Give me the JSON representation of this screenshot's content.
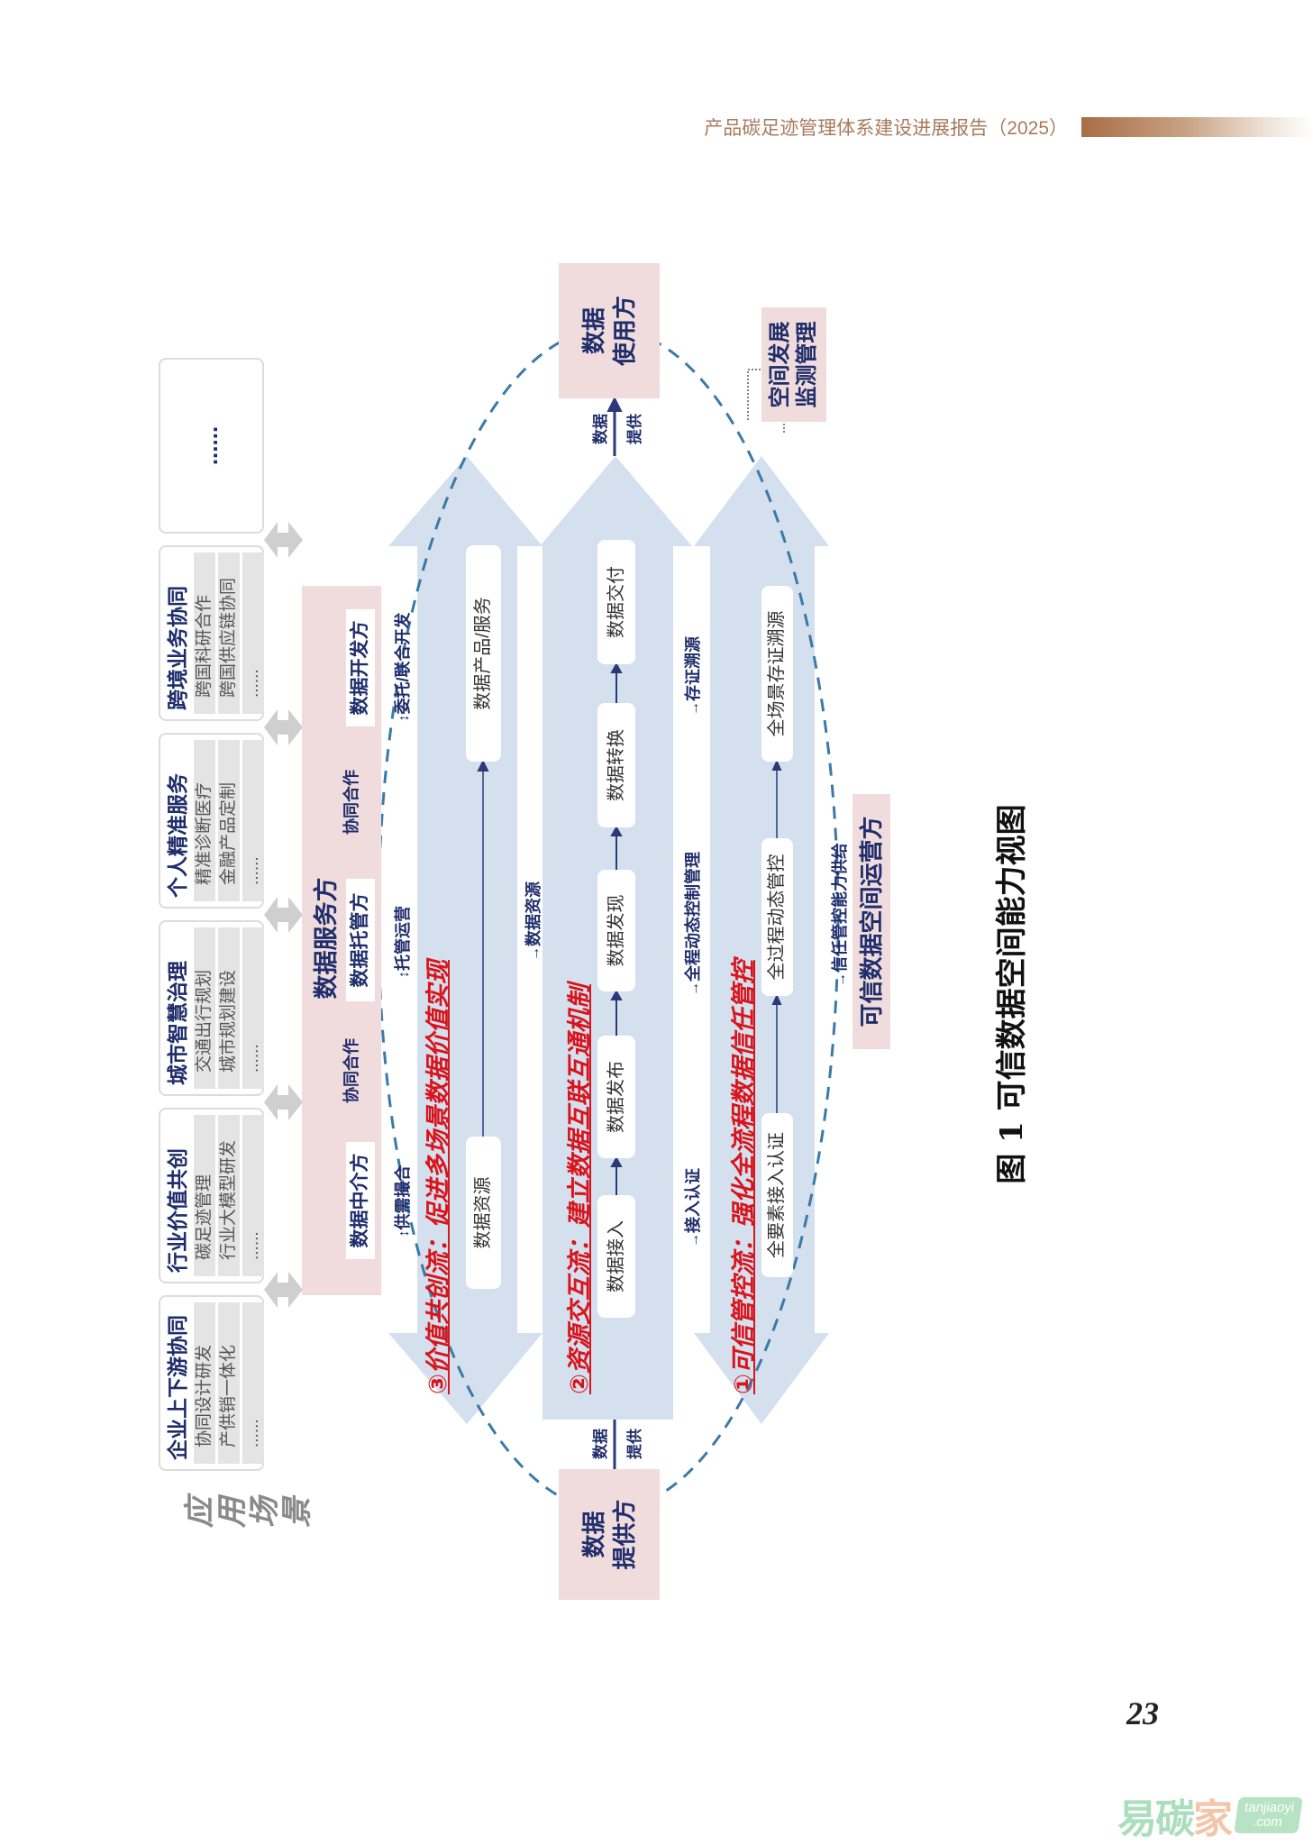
{
  "header": {
    "title": "产品碳足迹管理体系建设进展报告（2025）"
  },
  "diagram": {
    "scenario_label": [
      "应",
      "用",
      "场",
      "景"
    ],
    "scenarios": [
      {
        "title": "企业上下游协同",
        "items": [
          "协同设计研发",
          "产供销一体化",
          "......"
        ]
      },
      {
        "title": "行业价值共创",
        "items": [
          "碳足迹管理",
          "行业大模型研发",
          "......"
        ]
      },
      {
        "title": "城市智慧治理",
        "items": [
          "交通出行规划",
          "城市规划建设",
          "......"
        ]
      },
      {
        "title": "个人精准服务",
        "items": [
          "精准诊断医疗",
          "金融产品定制",
          "......"
        ]
      },
      {
        "title": "跨境业务协同",
        "items": [
          "跨国科研合作",
          "跨国供应链协同",
          "......"
        ]
      },
      {
        "more": "......"
      }
    ],
    "service": {
      "title": "数据服务方",
      "roles": [
        "数据中介方",
        "数据托管方",
        "数据开发方"
      ],
      "collab": [
        "协同合作",
        "协同合作"
      ],
      "functions": [
        "供需撮合",
        "托管运营",
        "委托/联合开发"
      ]
    },
    "value_flow": {
      "title": "③价值共创流：促进多场景数据价值实现",
      "nodes": [
        "数据资源",
        "数据产品/服务"
      ]
    },
    "resource_label": "数据资源",
    "resource_flow": {
      "title": "②资源交互流：建立数据互联互通机制",
      "nodes": [
        "数据接入",
        "数据发布",
        "数据发现",
        "数据转换",
        "数据交付"
      ]
    },
    "control_labels": [
      "接入认证",
      "全程动态控制管理",
      "存证溯源"
    ],
    "control_flow": {
      "title": "①可信管控流：强化全流程数据信任管控",
      "nodes": [
        "全要素接入认证",
        "全过程动态管控",
        "全场景存证溯源"
      ]
    },
    "provider": [
      "数据",
      "提供方"
    ],
    "user": [
      "数据",
      "使用方"
    ],
    "provide_label": [
      "数据",
      "提供"
    ],
    "operator": "可信数据空间运营方",
    "operator_supply": "信任管控能力供给",
    "monitor": [
      "空间发展",
      "监测管理"
    ],
    "colors": {
      "arrow": "#d5e0ee",
      "pink": "#f0dcdc",
      "navy": "#1f2d6b",
      "red": "#d8141c",
      "ellipse": "#3b7aa8"
    }
  },
  "caption": "图 1  可信数据空间能力视图",
  "page_number": "23",
  "watermark": {
    "brand": [
      "易",
      "碳",
      "家"
    ],
    "domain": "tanjiaoyi",
    "tld": ".com"
  }
}
